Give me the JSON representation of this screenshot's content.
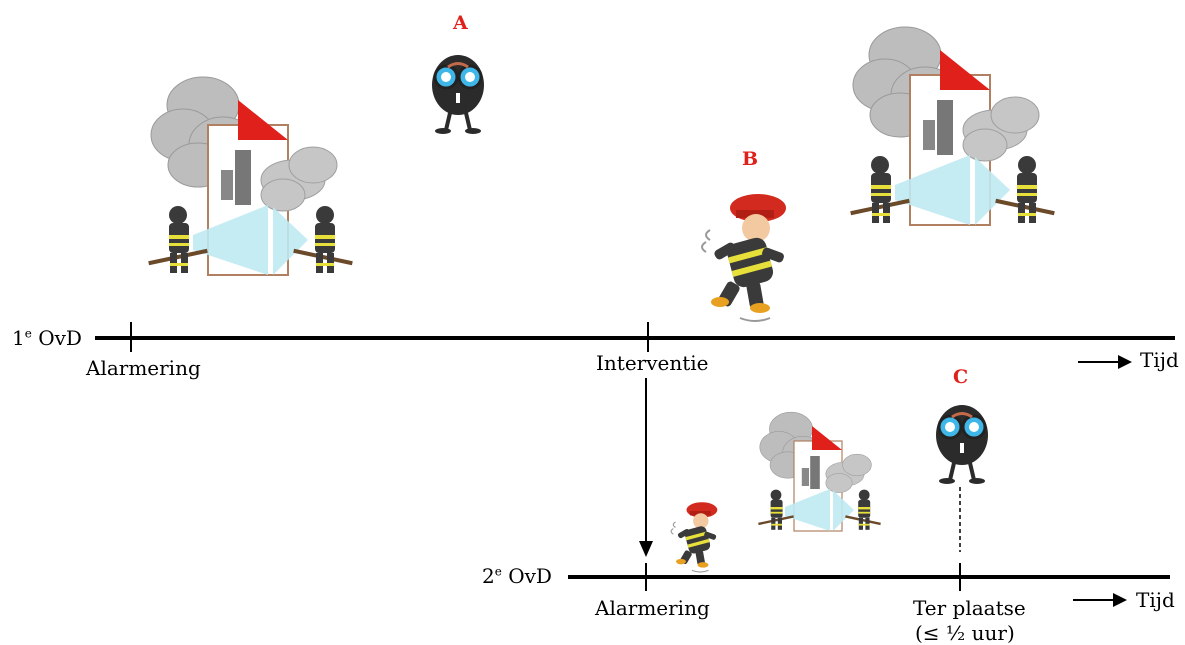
{
  "markers": {
    "a": "A",
    "b": "B",
    "c": "C"
  },
  "timeline1": {
    "row_label_num": "1",
    "row_label_sup": "e",
    "row_label_rest": "OvD",
    "event1": "Alarmering",
    "event2": "Interventie",
    "axis_label": "Tijd"
  },
  "timeline2": {
    "row_label_num": "2",
    "row_label_sup": "e",
    "row_label_rest": "OvD",
    "event1": "Alarmering",
    "event2_line1": "Ter plaatse",
    "event2_line2": "(≤ ½ uur)",
    "axis_label": "Tijd"
  },
  "colors": {
    "marker": "#e0201a",
    "roof": "#e0201a",
    "smoke": "#b5b5b5",
    "water": "#bfe9f2",
    "firefighter_suit": "#3a3a3a",
    "firefighter_stripe": "#e8e03a",
    "helmet": "#d22a1e",
    "observer_body": "#2b2b2b",
    "binocular_lens": "#3fb6e8"
  },
  "icons": [
    "burning-house-icon",
    "observer-binoculars-icon",
    "running-firefighter-icon",
    "arrow-right-icon",
    "arrow-down-icon"
  ]
}
